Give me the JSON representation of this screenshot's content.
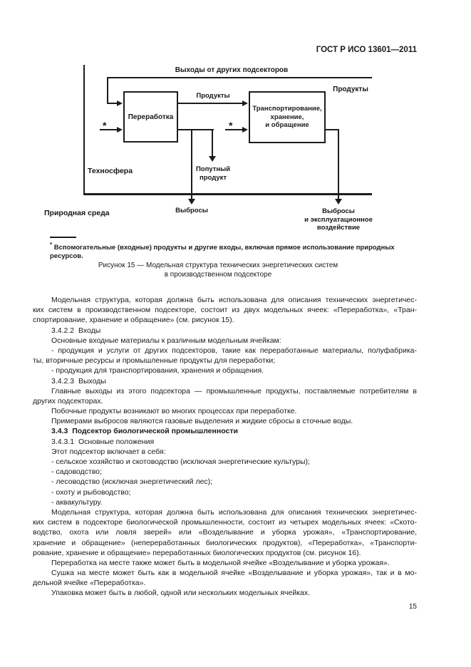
{
  "page": {
    "header": "ГОСТ Р ИСО 13601—2011",
    "number": "15"
  },
  "figure": {
    "top_flow_label": "Выходы от других подсекторов",
    "products_top_right": "Продукты",
    "products_between": "Продукты",
    "box_processing": "Переработка",
    "box_transport": [
      "Транспортирование,",
      "хранение,",
      "и обращение"
    ],
    "asterisk": "*",
    "byproduct": [
      "Попутный",
      "продукт"
    ],
    "technosphere": "Техносфера",
    "natural_environment": "Природная среда",
    "emissions_left": "Выбросы",
    "emissions_right": [
      "Выбросы",
      "и эксплуатационное",
      "воздействие"
    ],
    "footnote_marker": "*",
    "footnote_text": " Вспомогательные (входные) продукты и другие входы, включая прямое использование природных ресурсов.",
    "caption": [
      "Рисунок 15 — Модельная структура технических энергетических систем",
      "в производственном подсекторе"
    ]
  },
  "body": {
    "lines": [
      {
        "text": "Модельная структура, которая должна быть использована для описания технических энергетичес-",
        "ind": true,
        "just": true,
        "bold": false
      },
      {
        "text": "ких систем в производственном подсекторе, состоит из двух модельных ячеек: «Переработка», «Тран-",
        "ind": false,
        "just": true,
        "bold": false
      },
      {
        "text": "спортирование, хранение и обращение» (см. рисунок 15).",
        "ind": false,
        "just": false,
        "bold": false
      },
      {
        "text": "3.4.2.2  Входы",
        "ind": true,
        "just": false,
        "bold": false
      },
      {
        "text": "Основные входные материалы к различным модельным ячейкам:",
        "ind": true,
        "just": false,
        "bold": false
      },
      {
        "text": "- продукция и услуги от других подсекторов, такие как переработанные материалы, полуфабрика-",
        "ind": true,
        "just": true,
        "bold": false
      },
      {
        "text": "ты, вторичные ресурсы и промышленные продукты для переработки;",
        "ind": false,
        "just": false,
        "bold": false
      },
      {
        "text": "- продукция для транспортирования, хранения и обращения.",
        "ind": true,
        "just": false,
        "bold": false
      },
      {
        "text": "3.4.2.3  Выходы",
        "ind": true,
        "just": false,
        "bold": false
      },
      {
        "text": "Главные выходы из этого подсектора — промышленные продукты, поставляемые потребителям в",
        "ind": true,
        "just": true,
        "bold": false
      },
      {
        "text": "других подсекторах.",
        "ind": false,
        "just": false,
        "bold": false
      },
      {
        "text": "Побочные продукты возникают во многих процессах при переработке.",
        "ind": true,
        "just": false,
        "bold": false
      },
      {
        "text": "Примерами выбросов являются газовые выделения и жидкие сбросы в сточные воды.",
        "ind": true,
        "just": false,
        "bold": false
      },
      {
        "text": "3.4.3  Подсектор биологической промышленности",
        "ind": true,
        "just": false,
        "bold": true
      },
      {
        "text": "3.4.3.1  Основные положения",
        "ind": true,
        "just": false,
        "bold": false
      },
      {
        "text": "Этот подсектор включает в себя:",
        "ind": true,
        "just": false,
        "bold": false
      },
      {
        "text": "- сельское хозяйство и скотоводство (исключая энергетические культуры);",
        "ind": true,
        "just": false,
        "bold": false
      },
      {
        "text": "- садоводство;",
        "ind": true,
        "just": false,
        "bold": false
      },
      {
        "text": "- лесоводство (исключая энергетический лес);",
        "ind": true,
        "just": false,
        "bold": false
      },
      {
        "text": "- охоту и рыбоводство;",
        "ind": true,
        "just": false,
        "bold": false
      },
      {
        "text": "- аквакультуру.",
        "ind": true,
        "just": false,
        "bold": false
      },
      {
        "text": "Модельная структура, которая должна быть использована для описания технических энергетичес-",
        "ind": true,
        "just": true,
        "bold": false
      },
      {
        "text": "ких систем в подсекторе биологической промышленности, состоит из четырех модельных ячеек: «Ското-",
        "ind": false,
        "just": true,
        "bold": false
      },
      {
        "text": "водство, охота или ловля зверей» или «Возделывание и уборка урожая», «Транспортирование,",
        "ind": false,
        "just": true,
        "bold": false
      },
      {
        "text": "хранение и обращение» (непереработанных биологических продуктов), «Переработка», «Транспорти-",
        "ind": false,
        "just": true,
        "bold": false
      },
      {
        "text": "рование, хранение и обращение» переработанных биологических продуктов (см. рисунок 16).",
        "ind": false,
        "just": false,
        "bold": false
      },
      {
        "text": "Переработка на месте также может быть в модельной ячейке «Возделывание и уборка урожая».",
        "ind": true,
        "just": false,
        "bold": false
      },
      {
        "text": "Сушка на месте может быть как в модельной ячейке «Возделывание и уборка урожая», так и в мо-",
        "ind": true,
        "just": true,
        "bold": false
      },
      {
        "text": "дельной ячейке «Переработка».",
        "ind": false,
        "just": false,
        "bold": false
      },
      {
        "text": "Упаковка может быть в любой, одной или нескольких модельных ячейках.",
        "ind": true,
        "just": false,
        "bold": false
      }
    ]
  },
  "colors": {
    "ink": "#1a1a1a",
    "line": "#1c1c1c",
    "paper": "#ffffff"
  }
}
